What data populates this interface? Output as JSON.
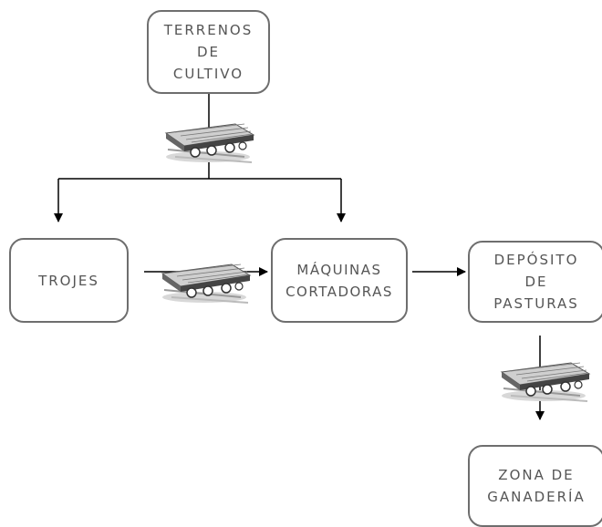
{
  "nodes": {
    "terrenos": "TERRENOS\nDE\nCULTIVO",
    "trojes": "TROJES",
    "maquinas": "MÁQUINAS\nCORTADORAS",
    "deposito": "DEPÓSITO\nDE\nPASTURAS",
    "zona": "ZONA DE\nGANADERÍA"
  },
  "colors": {
    "box_border": "#6e6e6e",
    "text": "#555555",
    "arrow": "#000000"
  },
  "icons": [
    "rail-cart-icon",
    "rail-cart-icon",
    "rail-cart-icon"
  ]
}
